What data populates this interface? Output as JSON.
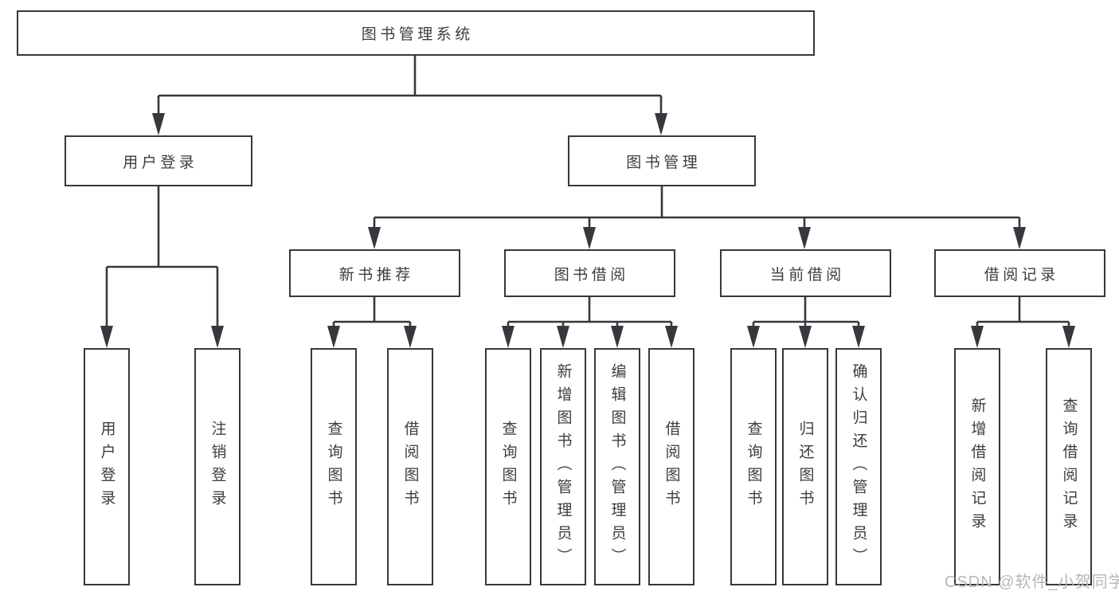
{
  "diagram": {
    "title_node": {
      "label": "图书管理系统"
    },
    "level2": [
      {
        "id": "user-login",
        "label": "用户登录",
        "parent": "图书管理系统"
      },
      {
        "id": "book-management",
        "label": "图书管理",
        "parent": "图书管理系统"
      }
    ],
    "level3": [
      {
        "id": "new-book-recommend",
        "label": "新书推荐",
        "parent": "图书管理"
      },
      {
        "id": "book-borrowing",
        "label": "图书借阅",
        "parent": "图书管理"
      },
      {
        "id": "current-borrowing",
        "label": "当前借阅",
        "parent": "图书管理"
      },
      {
        "id": "borrowing-records",
        "label": "借阅记录",
        "parent": "图书管理"
      }
    ],
    "leaves": [
      {
        "id": "leaf-user-login",
        "label": "用户登录",
        "parent": "用户登录"
      },
      {
        "id": "leaf-logout",
        "label": "注销登录",
        "parent": "用户登录"
      },
      {
        "id": "leaf-query-books-rec",
        "label": "查询图书",
        "parent": "新书推荐"
      },
      {
        "id": "leaf-borrow-books-rec",
        "label": "借阅图书",
        "parent": "新书推荐"
      },
      {
        "id": "leaf-query-books-borrow",
        "label": "查询图书",
        "parent": "图书借阅"
      },
      {
        "id": "leaf-add-books-admin",
        "label": "新增图书（管理员）",
        "parent": "图书借阅"
      },
      {
        "id": "leaf-edit-books-admin",
        "label": "编辑图书（管理员）",
        "parent": "图书借阅"
      },
      {
        "id": "leaf-borrow-books-borrow",
        "label": "借阅图书",
        "parent": "图书借阅"
      },
      {
        "id": "leaf-query-books-current",
        "label": "查询图书",
        "parent": "当前借阅"
      },
      {
        "id": "leaf-return-books",
        "label": "归还图书",
        "parent": "当前借阅"
      },
      {
        "id": "leaf-confirm-return-admin",
        "label": "确认归还（管理员）",
        "parent": "当前借阅"
      },
      {
        "id": "leaf-add-borrow-record",
        "label": "新增借阅记录",
        "parent": "借阅记录"
      },
      {
        "id": "leaf-query-borrow-record",
        "label": "查询借阅记录",
        "parent": "借阅记录"
      }
    ]
  },
  "watermark": "CSDN @软件_小贺同学",
  "colors": {
    "line": "#36383d",
    "text": "#3b3d42",
    "watermark": "#b7b7b7",
    "background": "#ffffff"
  }
}
